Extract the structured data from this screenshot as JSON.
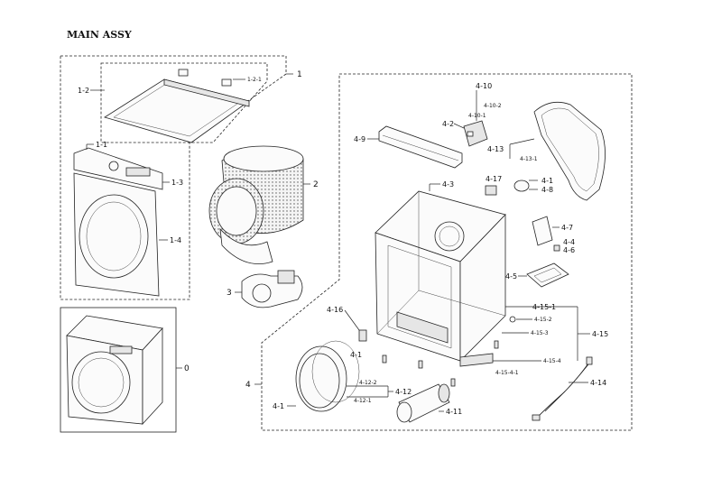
{
  "title": "MAIN ASSY",
  "labels": {
    "p1": "1",
    "p1_2": "1-2",
    "p1_2_1": "1-2-1",
    "p1_1": "1-1",
    "p1_3": "1-3",
    "p1_4": "1-4",
    "p2": "2",
    "p3": "3",
    "p0": "0",
    "p4": "4",
    "p4_1a": "4-1",
    "p4_1b": "4-1",
    "p4_1c": "4-1",
    "p4_2": "4-2",
    "p4_3": "4-3",
    "p4_4": "4-4",
    "p4_5": "4-5",
    "p4_6": "4-6",
    "p4_7": "4-7",
    "p4_8": "4-8",
    "p4_9": "4-9",
    "p4_10": "4-10",
    "p4_10_1": "4-10-1",
    "p4_10_2": "4-10-2",
    "p4_11": "4-11",
    "p4_12": "4-12",
    "p4_12_1": "4-12-1",
    "p4_12_2": "4-12-2",
    "p4_13": "4-13",
    "p4_13_1": "4-13-1",
    "p4_14": "4-14",
    "p4_15": "4-15",
    "p4_15_1": "4-15-1",
    "p4_15_2": "4-15-2",
    "p4_15_3": "4-15-3",
    "p4_15_4": "4-15-4",
    "p4_15_4_1": "4-15-4-1",
    "p4_16": "4-16",
    "p4_17": "4-17"
  }
}
